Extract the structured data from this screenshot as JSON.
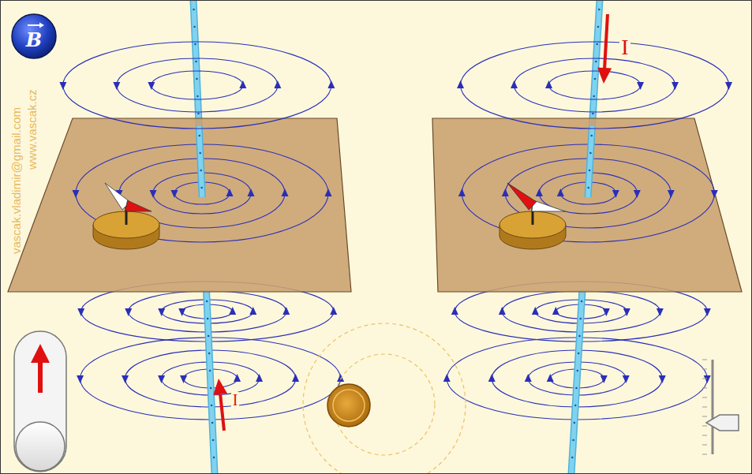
{
  "diagram": {
    "labels": [
      "B",
      "vascak.vladimir@gmail.com",
      "www.vascak.cz",
      "I",
      "I"
    ]
  }
}
